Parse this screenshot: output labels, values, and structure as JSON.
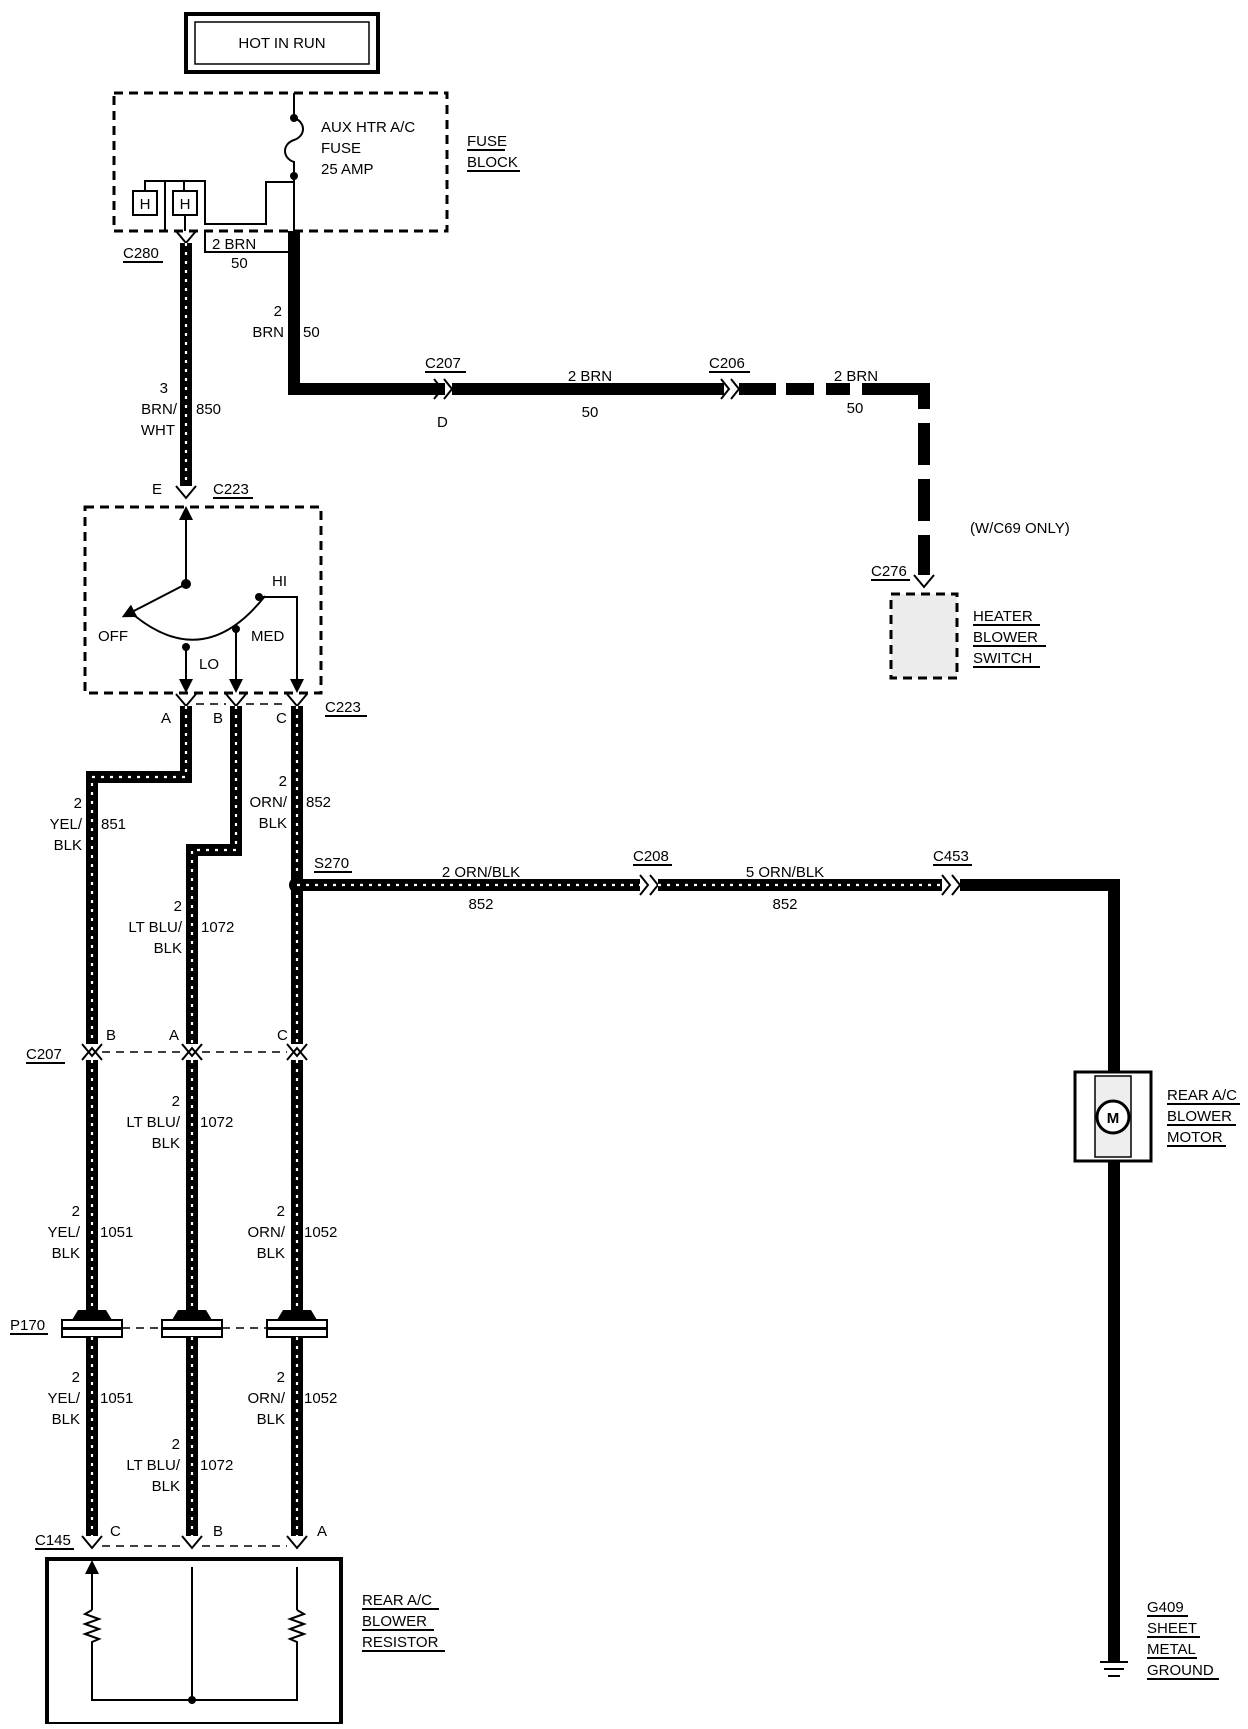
{
  "title": "HOT IN RUN",
  "fuse_block": {
    "fuse_line1": "AUX HTR A/C",
    "fuse_line2": "FUSE",
    "fuse_line3": "25 AMP",
    "name_line1": "FUSE",
    "name_line2": "BLOCK",
    "h_label": "H"
  },
  "connectors": {
    "c280": "C280",
    "c207_top": "C207",
    "c207_pin": "D",
    "c206": "C206",
    "c276": "C276",
    "c223_top": "C223",
    "c223_top_pin": "E",
    "c223_bottom": "C223",
    "c223_pin_a": "A",
    "c223_pin_b": "B",
    "c223_pin_c": "C",
    "s270": "S270",
    "c208": "C208",
    "c453": "C453",
    "c207_mid": "C207",
    "c207_mid_pin_b": "B",
    "c207_mid_pin_a": "A",
    "c207_mid_pin_c": "C",
    "p170": "P170",
    "c145": "C145",
    "c145_pin_c": "C",
    "c145_pin_b": "B",
    "c145_pin_a": "A",
    "g409": "G409"
  },
  "wires": {
    "fb_jumper_size_color": "2 BRN",
    "fb_jumper_circuit": "50",
    "feed_size": "2",
    "feed_color": "BRN",
    "feed_circuit": "50",
    "c207_c206_size_color": "2 BRN",
    "c207_c206_circuit": "50",
    "c206_c276_size_color": "2 BRN",
    "c206_c276_circuit": "50",
    "sw_feed_size": "3",
    "sw_feed_color1": "BRN/",
    "sw_feed_color2": "WHT",
    "sw_feed_circuit": "850",
    "a_size": "2",
    "a_color1": "YEL/",
    "a_color2": "BLK",
    "a_circuit": "851",
    "c_size": "2",
    "c_color1": "ORN/",
    "c_color2": "BLK",
    "c_circuit": "852",
    "b_size": "2",
    "b_color1": "LT BLU/",
    "b_color2": "BLK",
    "b_circuit": "1072",
    "s270_c208": "2 ORN/BLK",
    "s270_c208_circuit": "852",
    "c208_c453": "5 ORN/BLK",
    "c208_c453_circuit": "852",
    "mid_b_size": "2",
    "mid_b_color1": "LT BLU/",
    "mid_b_color2": "BLK",
    "mid_b_circuit": "1072",
    "mid_a_size": "2",
    "mid_a_color1": "YEL/",
    "mid_a_color2": "BLK",
    "mid_a_circuit": "1051",
    "mid_c_size": "2",
    "mid_c_color1": "ORN/",
    "mid_c_color2": "BLK",
    "mid_c_circuit": "1052",
    "low_a_size": "2",
    "low_a_color1": "YEL/",
    "low_a_color2": "BLK",
    "low_a_circuit": "1051",
    "low_c_size": "2",
    "low_c_color1": "ORN/",
    "low_c_color2": "BLK",
    "low_c_circuit": "1052",
    "low_b_size": "2",
    "low_b_color1": "LT BLU/",
    "low_b_color2": "BLK",
    "low_b_circuit": "1072"
  },
  "switch": {
    "off": "OFF",
    "lo": "LO",
    "med": "MED",
    "hi": "HI"
  },
  "heater_switch": {
    "note": "(W/C69 ONLY)",
    "line1": "HEATER",
    "line2": "BLOWER",
    "line3": "SWITCH"
  },
  "motor": {
    "symbol": "M",
    "line1": "REAR A/C",
    "line2": "BLOWER",
    "line3": "MOTOR"
  },
  "resistor": {
    "line1": "REAR A/C",
    "line2": "BLOWER",
    "line3": "RESISTOR"
  },
  "ground": {
    "line1": "SHEET",
    "line2": "METAL",
    "line3": "GROUND"
  }
}
